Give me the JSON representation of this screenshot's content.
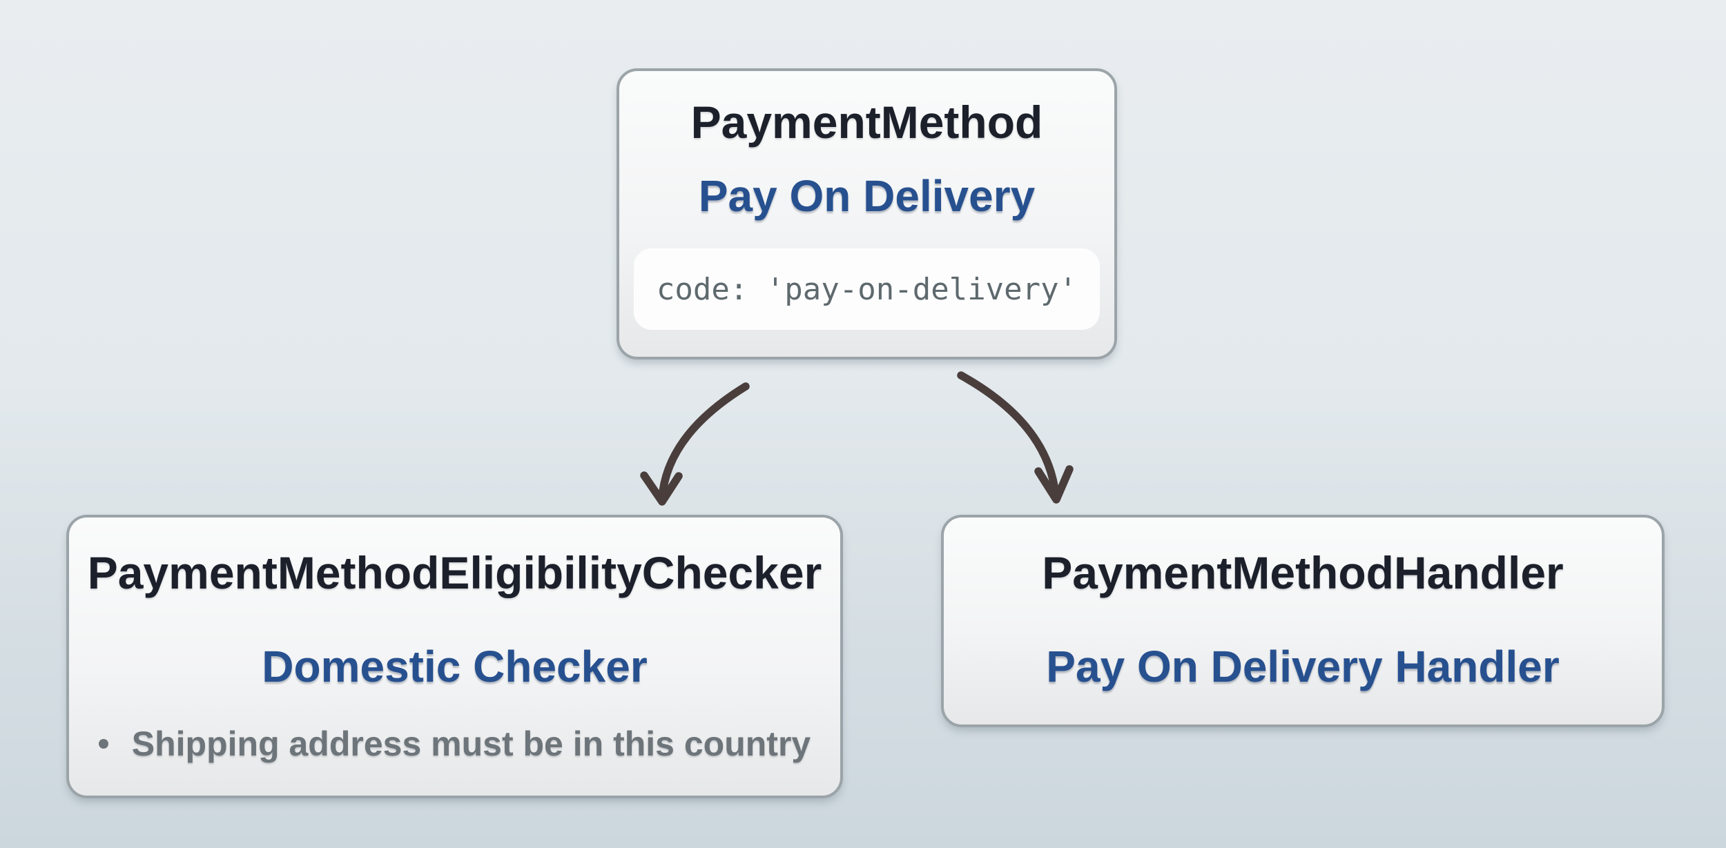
{
  "diagram": {
    "nodes": {
      "payment_method": {
        "title": "PaymentMethod",
        "subtitle": "Pay On Delivery",
        "code": "code: 'pay-on-delivery'"
      },
      "eligibility_checker": {
        "title": "PaymentMethodEligibilityChecker",
        "subtitle": "Domestic Checker",
        "bullets": [
          "Shipping address must be in this country"
        ]
      },
      "handler": {
        "title": "PaymentMethodHandler",
        "subtitle": "Pay On Delivery Handler"
      }
    },
    "edges": [
      {
        "from": "payment_method",
        "to": "eligibility_checker"
      },
      {
        "from": "payment_method",
        "to": "handler"
      }
    ],
    "colors": {
      "title_color": "#1c202b",
      "subtitle_blue": "#27508f",
      "code_gray": "#5e696d",
      "bullet_gray": "#6d757a",
      "arrow_color": "#4a3e3c",
      "box_border": "#9ba4a8"
    }
  }
}
